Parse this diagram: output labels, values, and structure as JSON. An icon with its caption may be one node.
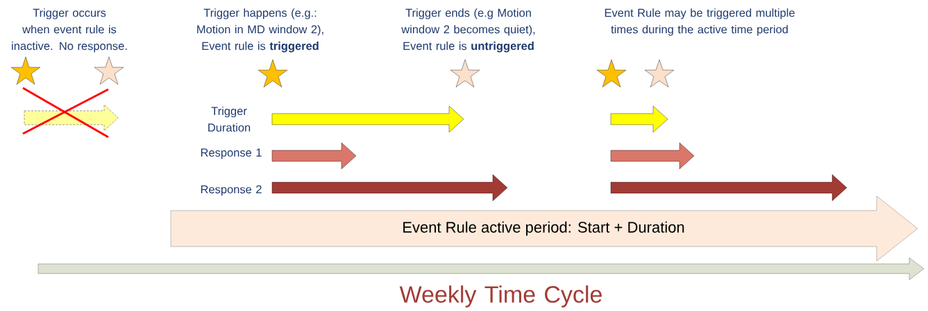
{
  "diagram": {
    "nodes": [
      {
        "text": [
          "Event Rule active period: Start + Duration"
        ]
      }
    ],
    "labels": [
      "Trigger occurs when event rule is inactive. No response.",
      "Trigger happens (e.g.: Motion in MD window 2), Event rule is **triggered**",
      "Trigger ends (e.g Motion window 2 becomes quiet), Event rule is **untriggered**",
      "Event Rule may be triggered multiple times during the active time period",
      "Trigger Duration",
      "Response 1",
      "Response 2",
      "Weekly Time Cycle"
    ]
  }
}
